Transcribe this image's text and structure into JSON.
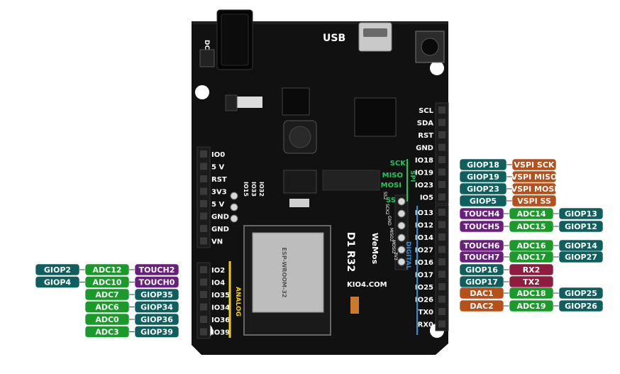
{
  "board": {
    "name": "D1 R32",
    "brand": "WeMos",
    "website": "KIO4.COM",
    "usb_label": "USB",
    "dc_label": "DC",
    "module_text": "ESP-WROOM-32",
    "colors": {
      "pcb": "#111111",
      "header": "#1b1b1b",
      "pin_hole": "#3a3a3a",
      "silk": "#ffffff",
      "spi_green": "#22c55e",
      "digital_blue": "#2f8fd8",
      "analog_yellow": "#f4d000"
    }
  },
  "sections": {
    "spi": "SPI",
    "digital": "DIGITAL",
    "analog": "ANALOG"
  },
  "left_header": [
    "IO0",
    "5 V",
    "RST",
    "3V3",
    "5 V",
    "GND",
    "GND",
    "VN"
  ],
  "analog_header": [
    "IO2",
    "IO4",
    "IO35",
    "IO34",
    "IO36",
    "IO39"
  ],
  "right_top_header": [
    "SCL",
    "SDA",
    "RST",
    "GND",
    "IO18",
    "IO19",
    "IO23",
    "IO5"
  ],
  "right_bottom_header": [
    "IO13",
    "IO12",
    "IO14",
    "IO27",
    "IO16",
    "IO17",
    "IO25",
    "IO26",
    "TX0",
    "RX0"
  ],
  "spi_labels": [
    "SCK",
    "MISO",
    "MOSI",
    "SS"
  ],
  "vertical_pins": [
    "IO15",
    "IO33",
    "IO32"
  ],
  "icsp_labels": [
    "SS2",
    "SCK2",
    "GND",
    "MISO2",
    "MOSI2",
    "3V3"
  ],
  "tag_colors": {
    "teal": "#0f5f5f",
    "green": "#1a9a2a",
    "purple": "#6a1f7d",
    "orange": "#b5501a",
    "crimson": "#8e1c3f"
  },
  "left_tags": [
    [
      {
        "t": "GIOP2",
        "c": "teal"
      },
      {
        "t": "ADC12",
        "c": "green"
      },
      {
        "t": "TOUCH2",
        "c": "purple"
      }
    ],
    [
      {
        "t": "GIOP4",
        "c": "teal"
      },
      {
        "t": "ADC10",
        "c": "green"
      },
      {
        "t": "TOUCH0",
        "c": "purple"
      }
    ],
    [
      {
        "t": "ADC7",
        "c": "green"
      },
      {
        "t": "GIOP35",
        "c": "teal"
      }
    ],
    [
      {
        "t": "ADC6",
        "c": "green"
      },
      {
        "t": "GIOP34",
        "c": "teal"
      }
    ],
    [
      {
        "t": "ADC0",
        "c": "green"
      },
      {
        "t": "GIOP36",
        "c": "teal"
      }
    ],
    [
      {
        "t": "ADC3",
        "c": "green"
      },
      {
        "t": "GIOP39",
        "c": "teal"
      }
    ]
  ],
  "right_tags_spi": [
    [
      {
        "t": "GIOP18",
        "c": "teal"
      },
      {
        "t": "VSPI SCK",
        "c": "orange"
      }
    ],
    [
      {
        "t": "GIOP19",
        "c": "teal"
      },
      {
        "t": "VSPI MISO",
        "c": "orange"
      }
    ],
    [
      {
        "t": "GIOP23",
        "c": "teal"
      },
      {
        "t": "VSPI MOSI",
        "c": "orange"
      }
    ],
    [
      {
        "t": "GIOP5",
        "c": "teal"
      },
      {
        "t": "VSPI SS",
        "c": "orange"
      }
    ]
  ],
  "right_tags_digital": [
    [
      {
        "t": "TOUCH4",
        "c": "purple"
      },
      {
        "t": "ADC14",
        "c": "green"
      },
      {
        "t": "GIOP13",
        "c": "teal"
      }
    ],
    [
      {
        "t": "TOUCH5",
        "c": "purple"
      },
      {
        "t": "ADC15",
        "c": "green"
      },
      {
        "t": "GIOP12",
        "c": "teal"
      }
    ],
    [
      {
        "t": "TOUCH6",
        "c": "purple"
      },
      {
        "t": "ADC16",
        "c": "green"
      },
      {
        "t": "GIOP14",
        "c": "teal"
      }
    ],
    [
      {
        "t": "TOUCH7",
        "c": "purple"
      },
      {
        "t": "ADC17",
        "c": "green"
      },
      {
        "t": "GIOP27",
        "c": "teal"
      }
    ],
    [
      {
        "t": "GIOP16",
        "c": "teal"
      },
      {
        "t": "RX2",
        "c": "crimson"
      }
    ],
    [
      {
        "t": "GIOP17",
        "c": "teal"
      },
      {
        "t": "TX2",
        "c": "crimson"
      }
    ],
    [
      {
        "t": "DAC1",
        "c": "orange"
      },
      {
        "t": "ADC18",
        "c": "green"
      },
      {
        "t": "GIOP25",
        "c": "teal"
      }
    ],
    [
      {
        "t": "DAC2",
        "c": "orange"
      },
      {
        "t": "ADC19",
        "c": "green"
      },
      {
        "t": "GIOP26",
        "c": "teal"
      }
    ]
  ]
}
